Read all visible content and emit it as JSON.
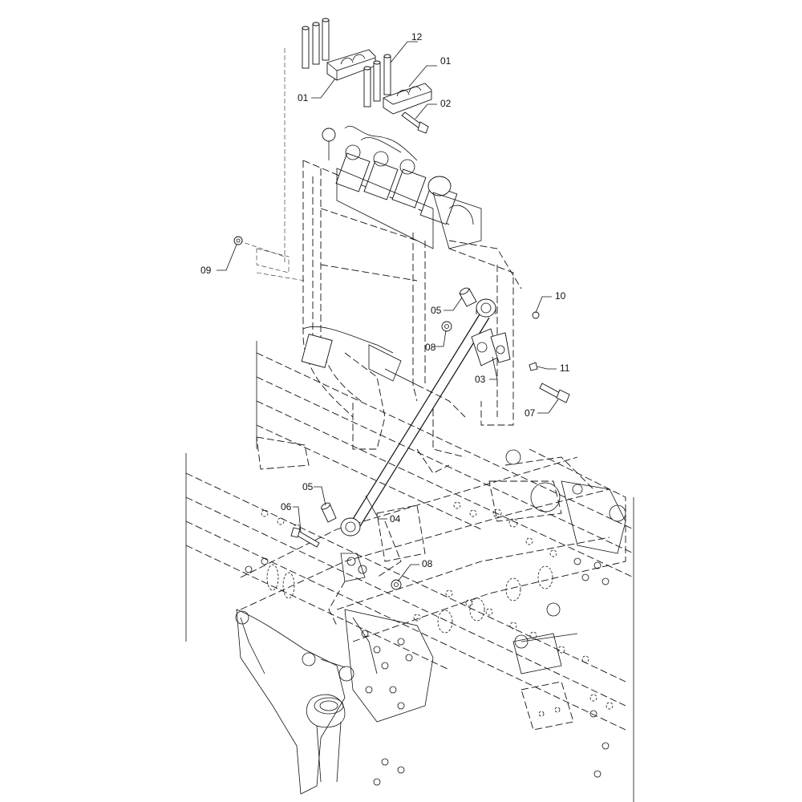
{
  "diagram": {
    "callouts": {
      "c12": "12",
      "c01_top": "01",
      "c01_left": "01",
      "c02": "02",
      "c09": "09",
      "c05_top": "05",
      "c10": "10",
      "c08_top": "08",
      "c11": "11",
      "c03": "03",
      "c07": "07",
      "c05_bottom": "05",
      "c06": "06",
      "c04": "04",
      "c08_bottom": "08"
    }
  }
}
